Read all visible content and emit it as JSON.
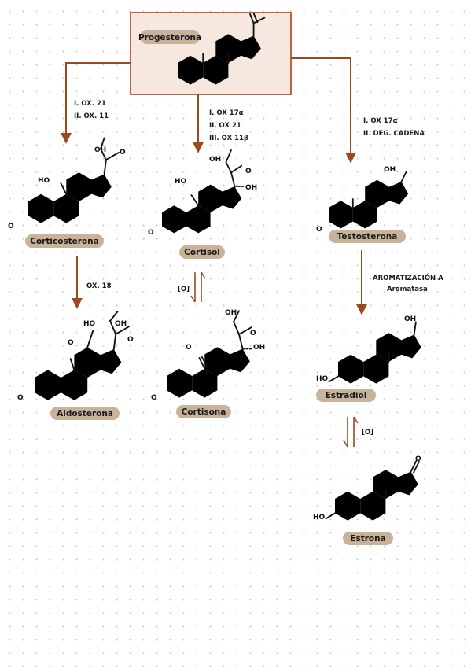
{
  "colors": {
    "accent": "#9a4a1f",
    "label_fill": "#c9b29a",
    "box_fill": "#f6e7df",
    "box_stroke": "#b5562a"
  },
  "compounds": {
    "progesterona": "Progesterona",
    "corticosterona": "Corticosterona",
    "cortisol": "Cortisol",
    "testosterona": "Testosterona",
    "aldosterona": "Aldosterona",
    "cortisona": "Cortisona",
    "estradiol": "Estradiol",
    "estrona": "Estrona"
  },
  "reactions": {
    "to_corticosterona": [
      "I. OX. 21",
      "II. OX. 11"
    ],
    "to_cortisol": [
      "I. OX 17α",
      "II. OX 21",
      "III. OX 11β"
    ],
    "to_testosterona": [
      "I. OX 17α",
      "II. DEG. CADENA"
    ],
    "to_aldosterona": "OX. 18",
    "cortisol_cortisona": "[O]",
    "to_estradiol": [
      "AROMATIZACIÓN A",
      "Aromatasa"
    ],
    "estradiol_estrona": "[O]"
  },
  "atoms": {
    "o": "O",
    "oh": "OH",
    "ho": "HO"
  }
}
